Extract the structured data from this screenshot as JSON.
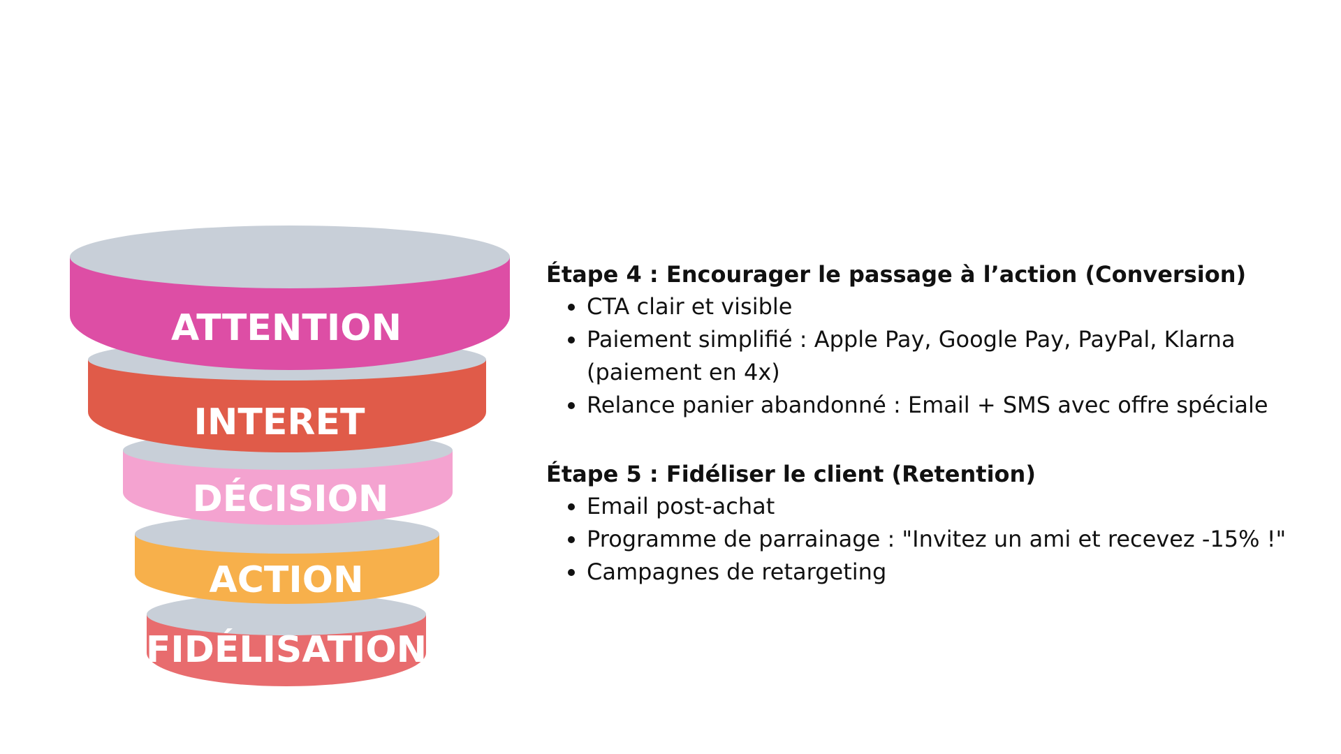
{
  "colors": {
    "rim": "#c8cfd8",
    "attention": "#dd4ea5",
    "interet": "#e05b49",
    "decision": "#f4a3d0",
    "action": "#f7b04b",
    "fidelisation": "#e86c6e",
    "text": "#111111"
  },
  "funnel": {
    "stages": [
      {
        "label": "ATTENTION",
        "color_key": "attention"
      },
      {
        "label": "INTERET",
        "color_key": "interet"
      },
      {
        "label": "DÉCISION",
        "color_key": "decision"
      },
      {
        "label": "ACTION",
        "color_key": "action"
      },
      {
        "label": "FIDÉLISATION",
        "color_key": "fidelisation"
      }
    ]
  },
  "steps": [
    {
      "title": "Étape 4 : Encourager le passage à l’action (Conversion)",
      "items": [
        "CTA clair et visible",
        "Paiement simplifié : Apple Pay, Google Pay, PayPal, Klarna (paiement en 4x)",
        "Relance panier abandonné : Email + SMS avec offre spéciale"
      ]
    },
    {
      "title": "Étape 5 : Fidéliser le client (Retention)",
      "items": [
        "Email post-achat",
        "Programme de parrainage : \"Invitez un ami et recevez -15% !\"",
        "Campagnes de retargeting"
      ]
    }
  ]
}
